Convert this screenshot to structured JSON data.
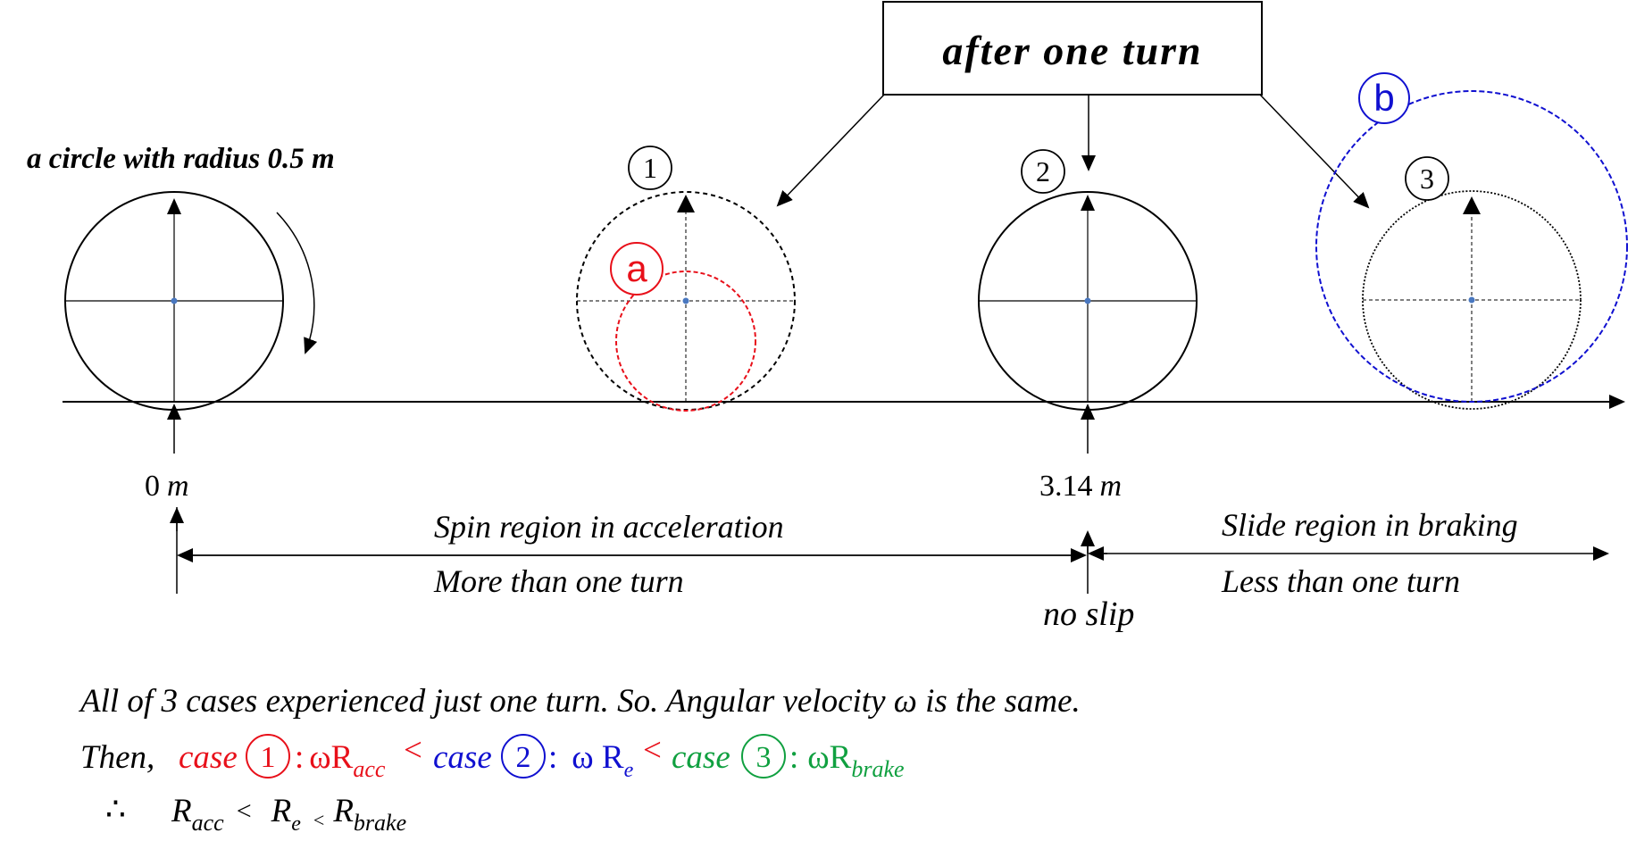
{
  "title_box": "after one turn",
  "top_left_label": "a circle with radius 0.5 m",
  "circle_numbers": [
    "1",
    "2",
    "3"
  ],
  "letter_a": "a",
  "letter_b": "b",
  "axis": {
    "zero_label_num": "0",
    "zero_label_unit": "m",
    "pi_label_num": "3.14",
    "pi_label_unit": "m"
  },
  "regions": {
    "spin_top": "Spin region in acceleration",
    "spin_bottom": "More than one turn",
    "slide_top": "Slide region in braking",
    "slide_bottom": "Less than one turn",
    "no_slip": "no slip"
  },
  "bottom": {
    "line1": "All of 3 cases experienced just one turn. So. Angular velocity ω is the same.",
    "then": "Then,",
    "case_word": "case",
    "sep": ":",
    "omega_R": "ωR",
    "omega_R_spaced": "ω R",
    "sub_acc": "acc",
    "sub_e": "e",
    "sub_brake": "brake",
    "lt": "<",
    "therefore": "∴",
    "R": "R"
  },
  "colors": {
    "red": "#e8101a",
    "blue": "#1010d0",
    "green": "#10a040",
    "black": "#000000",
    "center_dot": "#4a78c0"
  }
}
